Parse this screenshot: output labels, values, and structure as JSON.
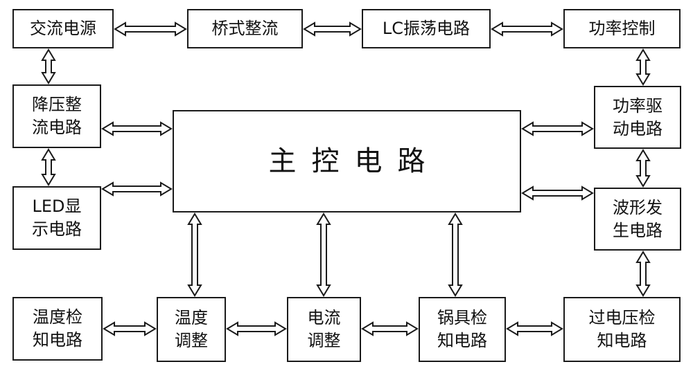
{
  "blocks": {
    "ac_power": "交流电源",
    "bridge_rectifier": "桥式整流",
    "lc_oscillator": "LC振荡电路",
    "power_control": "功率控制",
    "stepdown_line1": "降压整",
    "stepdown_line2": "流电路",
    "led_line1": "LED显",
    "led_line2": "示电路",
    "main_control": "主控电路",
    "power_drive_line1": "功率驱",
    "power_drive_line2": "动电路",
    "waveform_line1": "波形发",
    "waveform_line2": "生电路",
    "temp_detect_line1": "温度检",
    "temp_detect_line2": "知电路",
    "temp_adjust_line1": "温度",
    "temp_adjust_line2": "调整",
    "current_adjust_line1": "电流",
    "current_adjust_line2": "调整",
    "pot_detect_line1": "锅具检",
    "pot_detect_line2": "知电路",
    "overvolt_line1": "过电压检",
    "overvolt_line2": "知电路"
  }
}
